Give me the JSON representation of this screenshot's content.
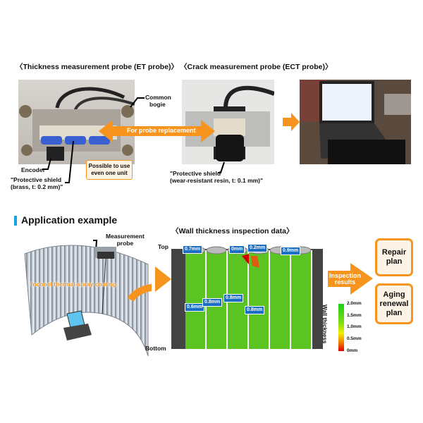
{
  "top": {
    "et_heading": "〈Thickness measurement probe (ET probe)〉",
    "ect_heading": "〈Crack measurement probe (ECT probe)〉",
    "common_bogie": [
      "Common",
      "bogie"
    ],
    "encoder": "Encoder",
    "et_shield": [
      "\"Protective shield",
      "(brass, t: 0.2 mm)\""
    ],
    "one_unit": [
      "Possible to use",
      "even one unit"
    ],
    "replacement": "For probe replacement",
    "ect_shield": [
      "\"Protective shield",
      "(wear-resistant resin, t: 0.1 mm)\""
    ]
  },
  "application": {
    "heading": "Application example",
    "probe_label": [
      "Measurement",
      "probe"
    ],
    "coating": "Inconel thermal-spray coating",
    "data_title": "〈Wall thickness inspection data〉",
    "top": "Top",
    "bottom": "Bottom",
    "tags": [
      "0.7mm",
      "0mm",
      "0.2mm",
      "0.9mm",
      "0.6mm",
      "0.8mm",
      "0.8mm",
      "0.8mm"
    ],
    "legend_title": "Wall thickness",
    "legend_ticks": [
      "2.0mm",
      "1.5mm",
      "1.0mm",
      "0.5mm",
      "0mm"
    ],
    "results": [
      "Inspection",
      "results"
    ],
    "repair": [
      "Repair",
      "plan"
    ],
    "aging": [
      "Aging",
      "renewal",
      "plan"
    ]
  },
  "colors": {
    "accent": "#f7941d",
    "tag": "#1a6fc4",
    "heading_bar": "#1aa3e0"
  }
}
